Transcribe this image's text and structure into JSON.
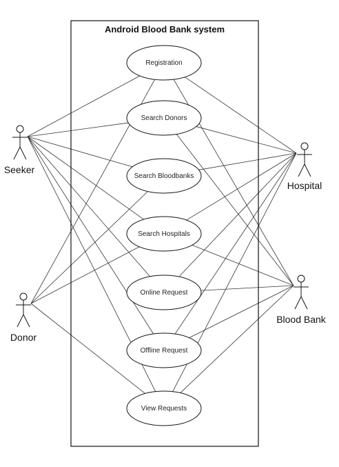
{
  "system": {
    "title": "Android Blood Bank system"
  },
  "use_cases": [
    {
      "id": "reg",
      "label": "Registration"
    },
    {
      "id": "sd",
      "label": "Search Donors"
    },
    {
      "id": "sb",
      "label": "Search Bloodbanks"
    },
    {
      "id": "sh",
      "label": "Search Hospitals"
    },
    {
      "id": "or",
      "label": "Online Request"
    },
    {
      "id": "of",
      "label": "Offline Request"
    },
    {
      "id": "vr",
      "label": "View Requests"
    }
  ],
  "actors": [
    {
      "id": "seeker",
      "label": "Seeker"
    },
    {
      "id": "donor",
      "label": "Donor"
    },
    {
      "id": "hospital",
      "label": "Hospital"
    },
    {
      "id": "bloodbank",
      "label": "Blood Bank"
    }
  ],
  "associations": [
    [
      "seeker",
      "reg"
    ],
    [
      "seeker",
      "sd"
    ],
    [
      "seeker",
      "sb"
    ],
    [
      "seeker",
      "sh"
    ],
    [
      "seeker",
      "or"
    ],
    [
      "seeker",
      "of"
    ],
    [
      "seeker",
      "vr"
    ],
    [
      "donor",
      "reg"
    ],
    [
      "donor",
      "sb"
    ],
    [
      "donor",
      "sh"
    ],
    [
      "donor",
      "vr"
    ],
    [
      "hospital",
      "reg"
    ],
    [
      "hospital",
      "sd"
    ],
    [
      "hospital",
      "sb"
    ],
    [
      "hospital",
      "sh"
    ],
    [
      "hospital",
      "or"
    ],
    [
      "hospital",
      "of"
    ],
    [
      "hospital",
      "vr"
    ],
    [
      "bloodbank",
      "reg"
    ],
    [
      "bloodbank",
      "sd"
    ],
    [
      "bloodbank",
      "sh"
    ],
    [
      "bloodbank",
      "or"
    ],
    [
      "bloodbank",
      "of"
    ],
    [
      "bloodbank",
      "vr"
    ]
  ],
  "colors": {
    "stroke": "#111111",
    "line": "#333333",
    "background": "#ffffff"
  }
}
